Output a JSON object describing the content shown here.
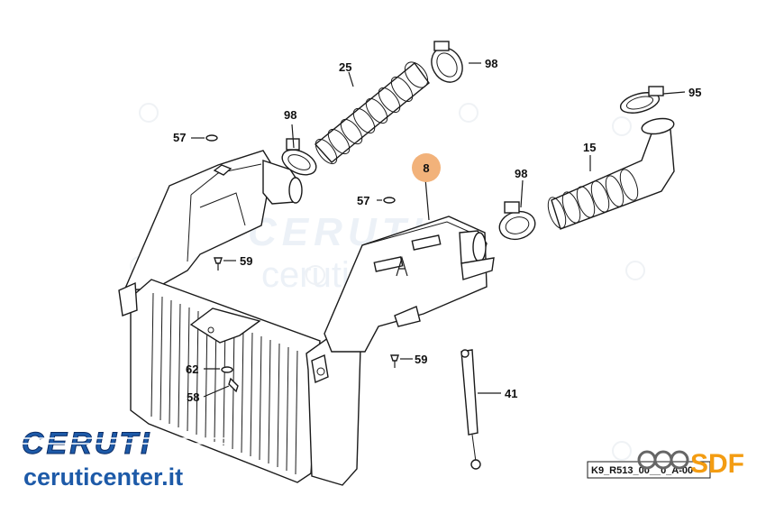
{
  "diagram": {
    "callouts": [
      {
        "id": "c25",
        "text": "25"
      },
      {
        "id": "c98a",
        "text": "98"
      },
      {
        "id": "c98b",
        "text": "98"
      },
      {
        "id": "c98c",
        "text": "98"
      },
      {
        "id": "c95",
        "text": "95"
      },
      {
        "id": "c15",
        "text": "15"
      },
      {
        "id": "c57a",
        "text": "57"
      },
      {
        "id": "c57b",
        "text": "57"
      },
      {
        "id": "c59a",
        "text": "59"
      },
      {
        "id": "c59b",
        "text": "59"
      },
      {
        "id": "c62",
        "text": "62"
      },
      {
        "id": "c58",
        "text": "58"
      },
      {
        "id": "c41",
        "text": "41"
      }
    ],
    "highlight": {
      "text": "8",
      "color": "#f2b27a"
    },
    "drawing_code": "K9_R513_00__0_A-00"
  },
  "watermark": {
    "line1": "CERUTI",
    "line2": "ceruticenter.it"
  },
  "brand": {
    "logo_text": "CERUTI",
    "website": "ceruticenter.it",
    "logo_color": "#1d5aa8",
    "sdf_text": "SDF",
    "sdf_color": "#f39c12"
  }
}
